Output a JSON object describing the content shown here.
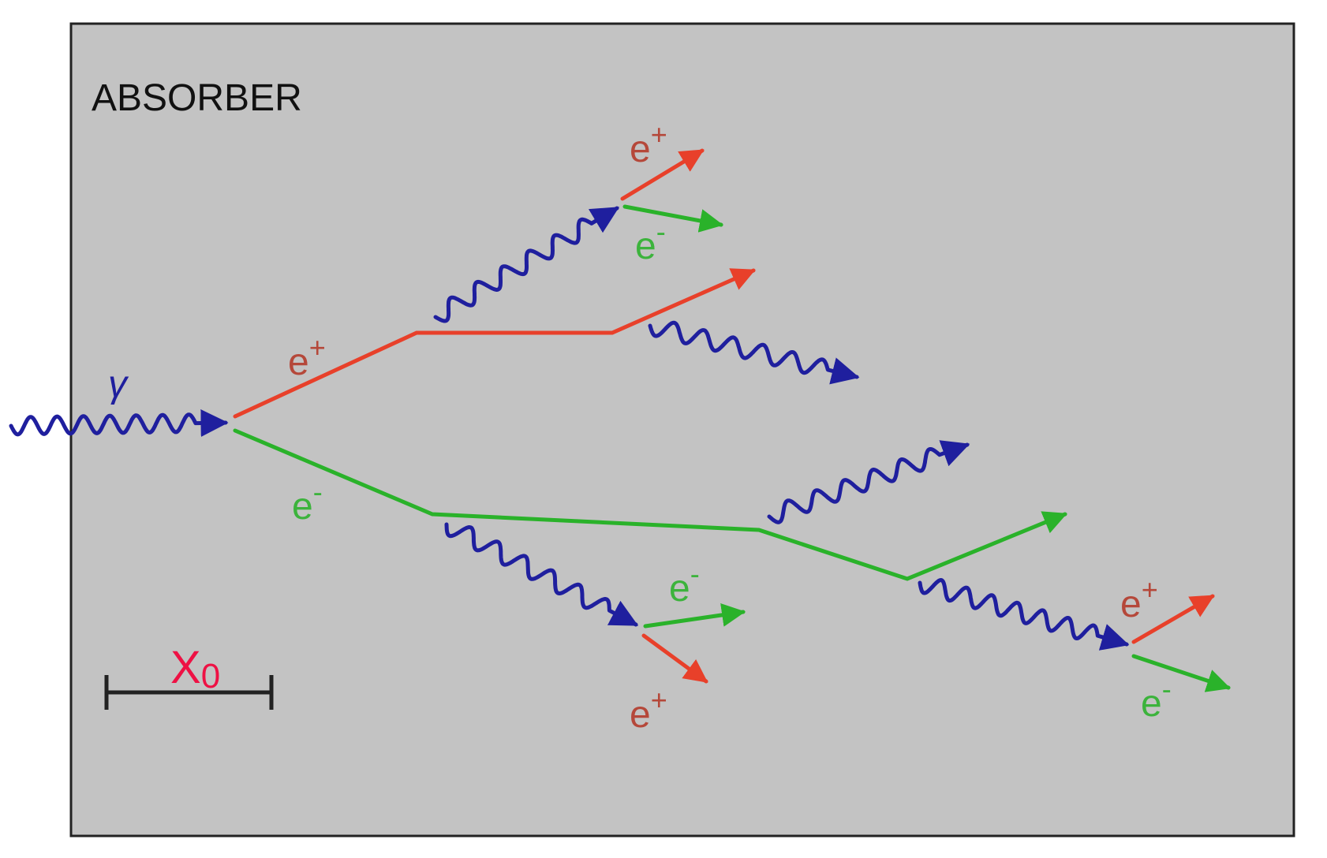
{
  "title": "ABSORBER",
  "labels": {
    "gamma": "γ",
    "e_plus_1": "e",
    "e_minus_1": "e",
    "e_plus_top": "e",
    "e_minus_top": "e",
    "e_minus_mid": "e",
    "e_plus_mid": "e",
    "e_plus_right": "e",
    "e_minus_right": "e",
    "x0_main": "X",
    "x0_sub": "0"
  },
  "signs": {
    "plus": "+",
    "minus": "-"
  },
  "colors": {
    "photon": "#1f1f9e",
    "positron": "#e8402a",
    "electron": "#2ab22a",
    "positron_label": "#b5483a",
    "electron_label": "#3cb33c",
    "scale_label": "#ee1144",
    "absorber_fill": "#c3c3c3",
    "border": "#222222"
  }
}
